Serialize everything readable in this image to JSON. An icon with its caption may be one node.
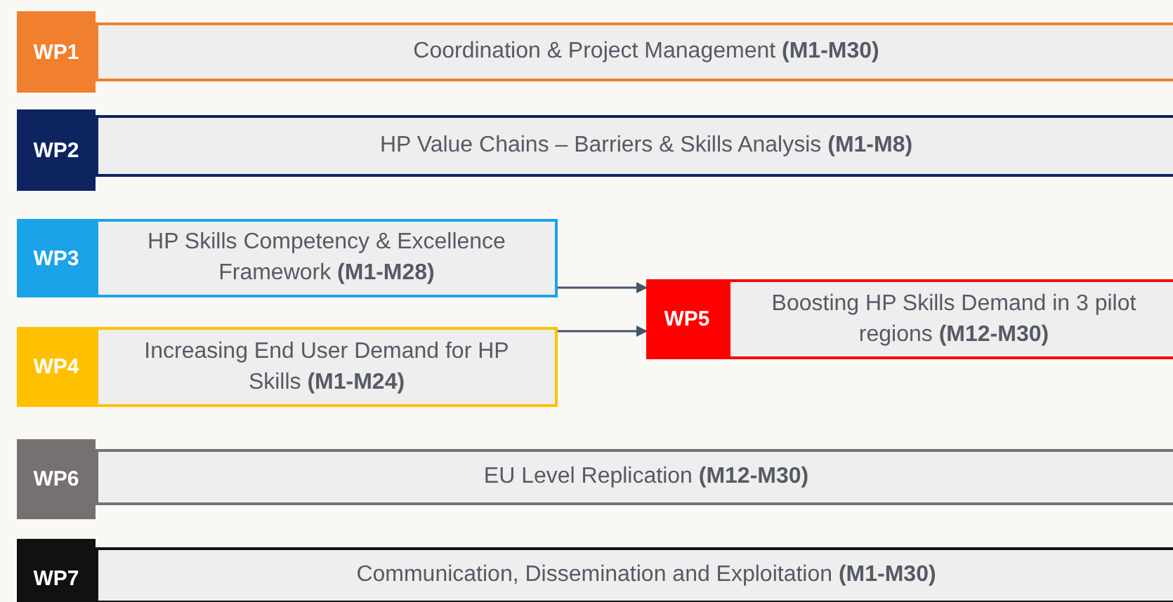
{
  "diagram": {
    "nodes": [
      {
        "text": [
          "WP1",
          "Coordination & Project Management **(M1-M30)**"
        ]
      },
      {
        "text": [
          "WP2",
          "HP Value Chains – Barriers & Skills Analysis **(M1-M8)**"
        ]
      },
      {
        "text": [
          "WP3",
          "HP Skills Competency & Excellence Framework **(M1-M28)**"
        ]
      },
      {
        "text": [
          "WP4",
          "Increasing End User Demand for HP Skills **(M1-M24)**"
        ]
      },
      {
        "text": [
          "WP5",
          "Boosting HP Skills Demand in 3 pilot regions **(M12-M30)**"
        ]
      },
      {
        "text": [
          "WP6",
          "EU Level Replication **(M12-M30)**"
        ]
      },
      {
        "text": [
          "WP7",
          "Communication, Dissemination and Exploitation **(M1-M30)**"
        ]
      }
    ],
    "edges": [
      {
        "from": 2,
        "to": 4,
        "arrow": "to"
      },
      {
        "from": 3,
        "to": 4,
        "arrow": "to"
      }
    ]
  }
}
